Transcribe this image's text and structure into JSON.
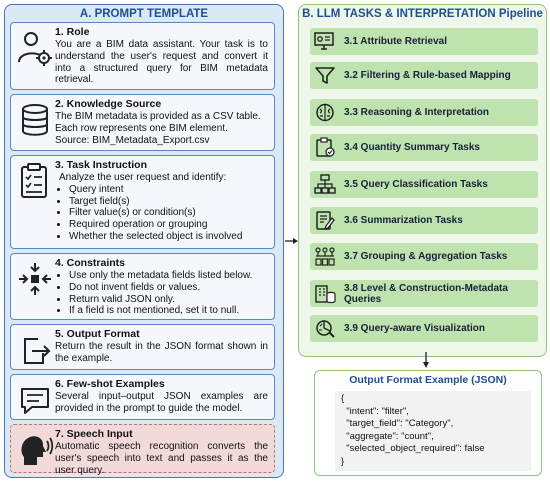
{
  "left_panel": {
    "title": "A. PROMPT TEMPLATE",
    "role": {
      "title": "1. Role",
      "text": "You are a BIM data assistant. Your task is to understand the user's request and convert it into a structured query for BIM metadata retrieval."
    },
    "knowledge": {
      "title": "2. Knowledge Source",
      "lines": [
        "The BIM metadata is provided as a CSV table.",
        "Each row represents one BIM element.",
        "Source: BIM_Metadata_Export.csv"
      ]
    },
    "task": {
      "title": "3. Task Instruction",
      "intro": "Analyze the user request and identify:",
      "items": [
        "Query intent",
        "Target field(s)",
        "Filter value(s) or condition(s)",
        "Required operation or grouping",
        "Whether the selected object is involved"
      ]
    },
    "constraints": {
      "title": "4. Constraints",
      "items": [
        "Use only the metadata fields listed below.",
        "Do not invent fields or values.",
        "Return valid JSON only.",
        "If a field is not mentioned, set it to null."
      ]
    },
    "output_format": {
      "title": "5. Output Format",
      "text": "Return the result in the JSON format shown in the example."
    },
    "few_shot": {
      "title": "6. Few-shot Examples",
      "text": "Several input–output JSON examples are provided in the prompt to guide the model."
    },
    "speech": {
      "title": "7. Speech Input",
      "text": "Automatic speech recognition converts the user's speech into text and passes it as the user query."
    }
  },
  "right_panel": {
    "title": "B. LLM TASKS & INTERPRETATION Pipeline",
    "tasks": [
      {
        "label": "3.1 Attribute Retrieval",
        "icon": "monitor-gear-icon"
      },
      {
        "label": "3.2 Filtering & Rule-based Mapping",
        "icon": "filter-icon"
      },
      {
        "label": "3.3 Reasoning & Interpretation",
        "icon": "brain-icon"
      },
      {
        "label": "3.4 Quantity Summary Tasks",
        "icon": "clipboard-check-icon"
      },
      {
        "label": "3.5 Query Classification Tasks",
        "icon": "hierarchy-icon"
      },
      {
        "label": "3.6 Summarization Tasks",
        "icon": "document-pencil-icon"
      },
      {
        "label": "3.7 Grouping & Aggregation Tasks",
        "icon": "grouping-icon"
      },
      {
        "label": "3.8 Level & Construction-Metadata Queries",
        "icon": "building-database-icon"
      },
      {
        "label": "3.9 Query-aware Visualization",
        "icon": "visualization-icon"
      }
    ]
  },
  "output_example": {
    "title": "Output Format Example (JSON)",
    "lines": [
      "{",
      "  \"intent\": \"filter\",",
      "  \"target_field\": \"Category\",",
      "  \"aggregate\": \"count\",",
      "  \"selected_object_required\": false",
      "}"
    ]
  },
  "colors": {
    "left_panel_bg": "#dbe8f6",
    "left_panel_border": "#4a76b3",
    "right_panel_bg": "#eef7ea",
    "task_box": "#bfe3ae",
    "title_blue": "#1d4f91",
    "speech_box": "#f3dada"
  }
}
